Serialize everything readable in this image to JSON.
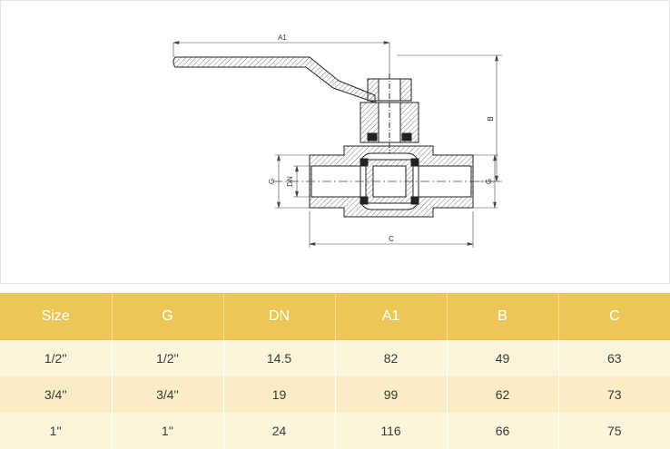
{
  "drawing": {
    "labels": {
      "a1": "A1",
      "b": "B",
      "c": "C",
      "g": "G",
      "dn": "DN"
    }
  },
  "table": {
    "headers": [
      "Size",
      "G",
      "DN",
      "A1",
      "B",
      "C"
    ],
    "rows": [
      [
        "1/2''",
        "1/2''",
        "14.5",
        "82",
        "49",
        "63"
      ],
      [
        "3/4''",
        "3/4''",
        "19",
        "99",
        "62",
        "73"
      ],
      [
        "1''",
        "1''",
        "24",
        "116",
        "66",
        "75"
      ]
    ]
  }
}
